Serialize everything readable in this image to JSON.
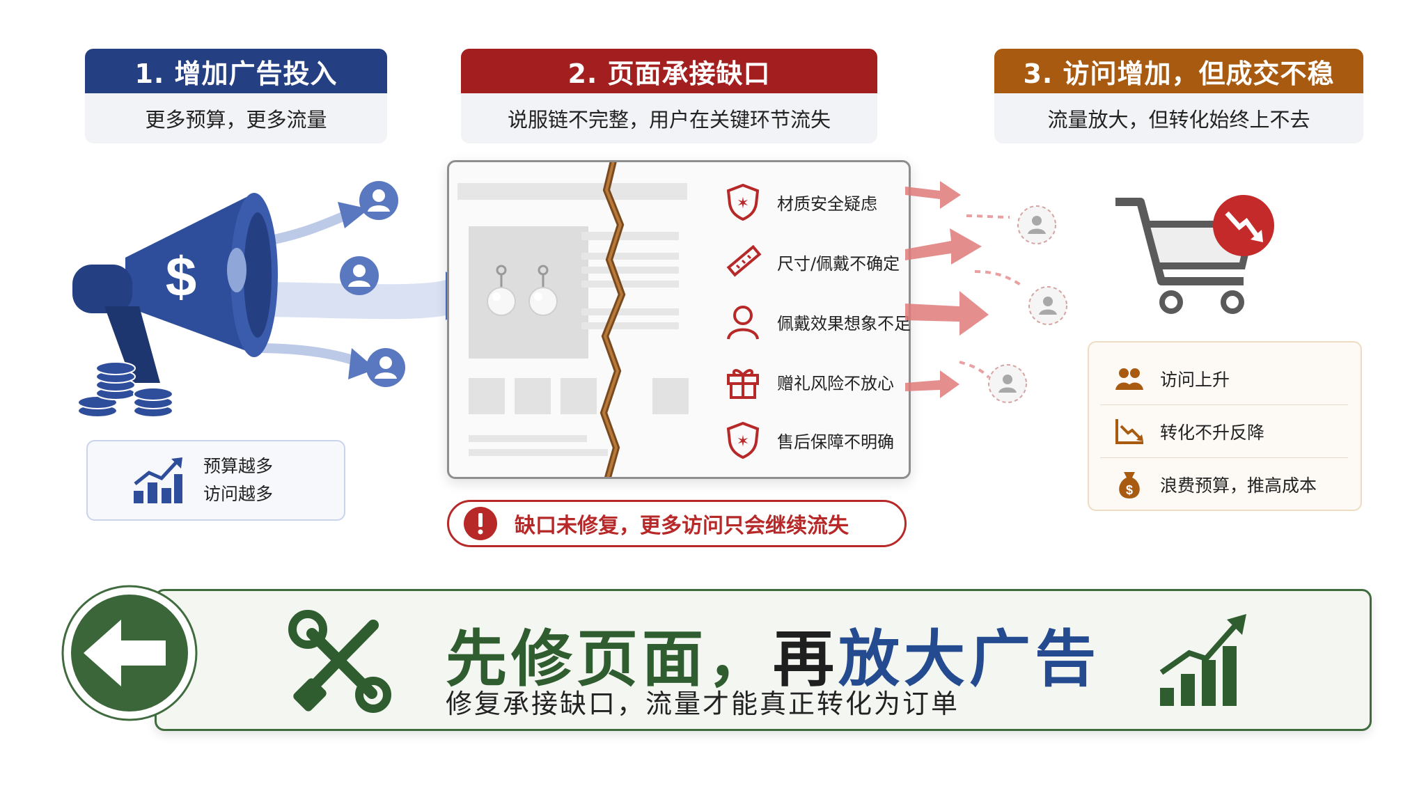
{
  "steps": [
    {
      "title": "1. 增加广告投入",
      "subtitle": "更多预算，更多流量",
      "color": "#243f82"
    },
    {
      "title": "2. 页面承接缺口",
      "subtitle": "说服链不完整，用户在关键环节流失",
      "color": "#a31f1f"
    },
    {
      "title": "3. 访问增加，但成交不稳",
      "subtitle": "流量放大，但转化始终上不去",
      "color": "#a75a10"
    }
  ],
  "left_stat": {
    "line1": "预算越多",
    "line2": "访问越多",
    "icon": "bar-chart-up-icon"
  },
  "issues": [
    {
      "label": "材质安全疑虑",
      "icon": "shield-icon"
    },
    {
      "label": "尺寸/佩戴不确定",
      "icon": "ruler-icon"
    },
    {
      "label": "佩戴效果想象不足",
      "icon": "person-icon"
    },
    {
      "label": "赠礼风险不放心",
      "icon": "gift-icon"
    },
    {
      "label": "售后保障不明确",
      "icon": "shield-icon"
    }
  ],
  "alert": {
    "text": "缺口未修复，更多访问只会继续流失",
    "icon": "exclamation-icon"
  },
  "results": [
    {
      "label": "访问上升",
      "icon": "users-icon"
    },
    {
      "label": "转化不升反降",
      "icon": "chart-down-icon"
    },
    {
      "label": "浪费预算，推高成本",
      "icon": "money-bag-icon"
    }
  ],
  "banner": {
    "title_part1": "先修页面，",
    "title_part2": "再",
    "title_part3": "放大广告",
    "subtitle": "修复承接缺口，流量才能真正转化为订单",
    "color_green": "#2f5d2f",
    "color_blue": "#244a8f"
  }
}
